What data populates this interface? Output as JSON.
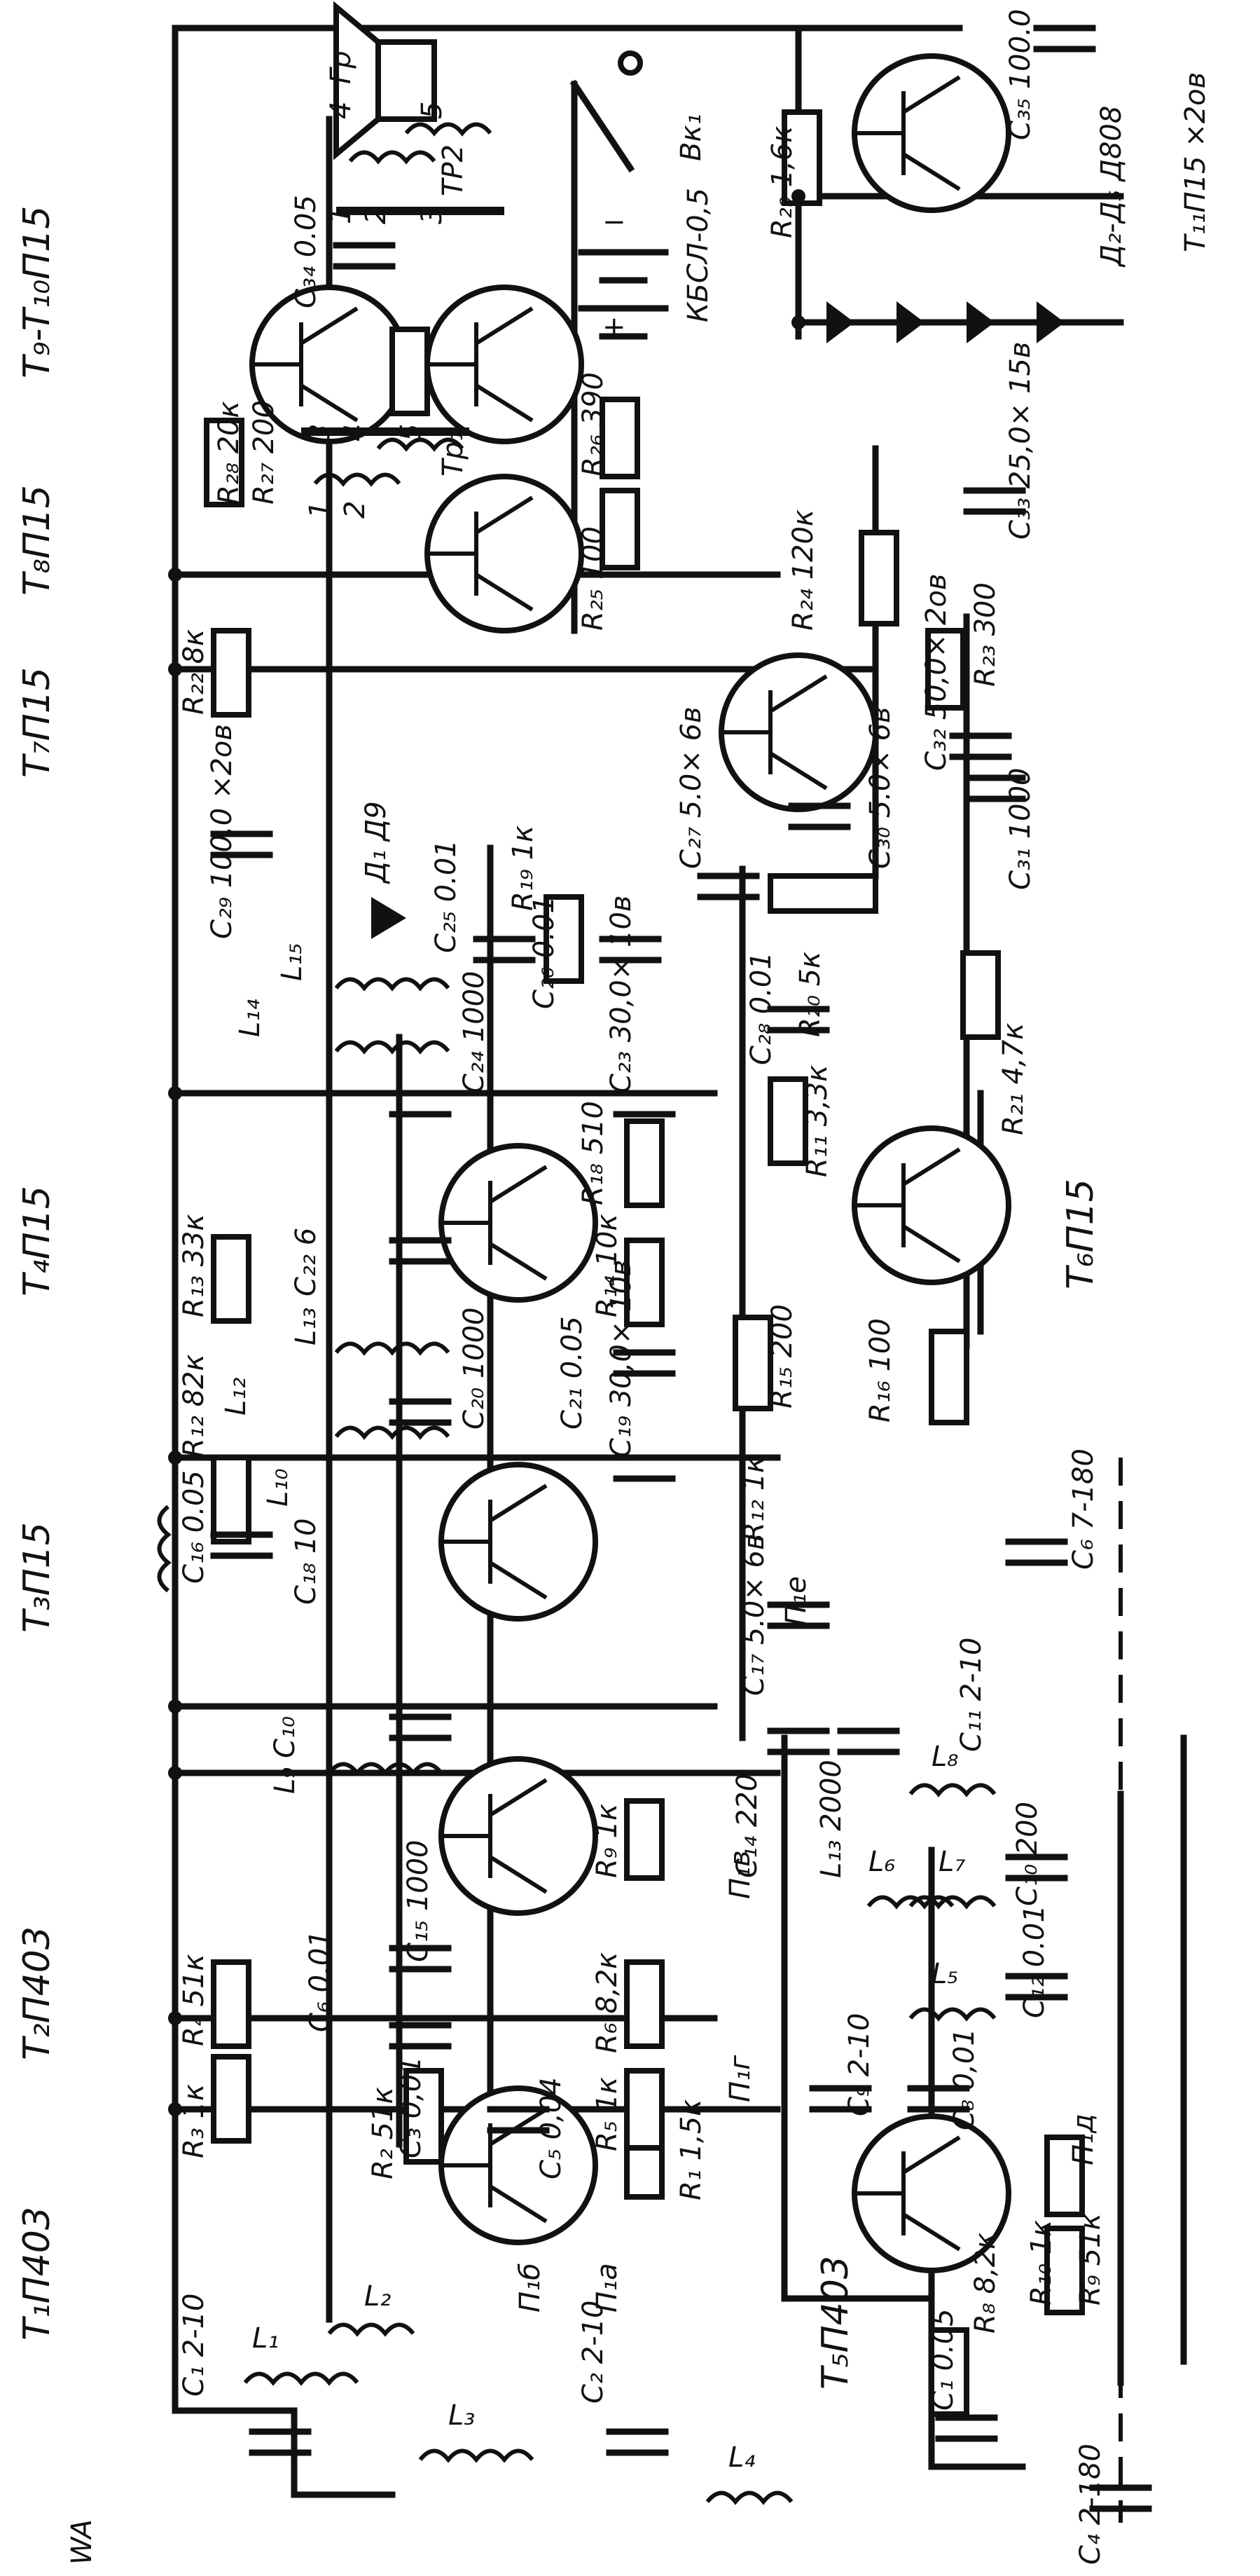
{
  "transistor_labels": {
    "t1": "T₁П403",
    "t2": "T₂П403",
    "t3": "T₃П15",
    "t4": "T₄П15",
    "t5": "T₅П403",
    "t6": "T₆П15",
    "t7": "T₇П15",
    "t8": "T₈П15",
    "t9_10": "T₉-T₁₀П15",
    "t11": "T₁₁П15 ×2ов"
  },
  "resistors": {
    "r1": "R₁ 1,5к",
    "r2": "R₂ 51к",
    "r3": "R₃ 1к",
    "r4": "R₄ 51к",
    "r5": "R₅ 1к",
    "r6": "R₆ 8,2к",
    "r8": "R₈ 8,2к",
    "r9a": "R₉ 1к",
    "r9b": "R₉ 51к",
    "r10": "R₁₀ 1к",
    "r11": "R₁₁ 3,3к",
    "r12a": "R₁₂ 82к",
    "r12b": "R₁₂ 1к",
    "r13": "R₁₃ 33к",
    "r14": "R₁₄ 10к",
    "r15": "R₁₅ 200",
    "r16": "R₁₆ 100",
    "r18": "R₁₈ 510",
    "r19": "R₁₉ 1к",
    "r20": "R₂₀ 5к",
    "r21": "R₂₁ 4,7к",
    "r22": "R₂₂ 8к",
    "r23": "R₂₃ 300",
    "r24": "R₂₄ 120к",
    "r25": "R₂₅ 100",
    "r26": "R₂₆ 390",
    "r27": "R₂₇ 200",
    "r28": "R₂₈ 20к",
    "r29": "R₂₉ 1,6к"
  },
  "capacitors": {
    "c1a": "C₁ 2-10",
    "c1b": "C₁ 0.05",
    "c2": "C₂ 2-10",
    "c3": "C₃ 0,01",
    "c4": "C₄ 2-180",
    "c5": "C₅ 0,04",
    "c6a": "C₆ 0,01",
    "c6b": "C₆ 7-180",
    "c8": "C₈ 0,01",
    "c9": "C₉ 2-10",
    "c10a": "C₁₀ 200",
    "c10b": "L₉ C₁₀",
    "c11": "C₁₁ 2-10",
    "c12": "C₁₂ 0.01",
    "c13": "L₁₃ 2000",
    "c14": "C₁₄ 220",
    "c15": "C₁₅ 1000",
    "c16": "C₁₆ 0.05",
    "c17": "C₁₇ 5.0× 6в",
    "c18": "C₁₈ 10",
    "c19": "C₁₉ 30,0× 10в",
    "c20": "C₂₀ 1000",
    "c21": "C₂₁ 0.05",
    "c22": "C₂₂ 6",
    "c23": "C₂₃ 30,0× 10в",
    "c24": "C₂₄ 1000",
    "c25": "C₂₅ 0.01",
    "c26": "C₂₆ 0.01",
    "c27": "C₂₇ 5.0× 6в",
    "c28": "C₂₈ 0.01",
    "c29": "C₂₉ 100.0 ×2ов",
    "c30": "C₃₀ 5.0× 6в",
    "c31": "C₃₁ 1000",
    "c32": "C₃₂ 50,0× 2ов",
    "c33": "C₃₃ 25,0× 15в",
    "c34": "C₃₄ 0.05",
    "c35": "C₃₅ 100.0"
  },
  "coils": {
    "l1": "L₁",
    "l2": "L₂",
    "l3": "L₃",
    "l4": "L₄",
    "l5": "L₅",
    "l6": "L₆",
    "l7": "L₇",
    "l8": "L₈",
    "l10": "L₁₀",
    "l12": "L₁₂",
    "l13": "L₁₃",
    "l14": "L₁₄",
    "l15": "L₁₅",
    "tr1": "Tp₁",
    "tr2": "TP2",
    "windings": [
      "1",
      "2",
      "3",
      "4",
      "5",
      "4",
      "5",
      "1",
      "2",
      "3"
    ]
  },
  "switches": {
    "p1a": "П₁а",
    "p1b": "П₁б",
    "p1v": "П₁в",
    "p1g": "П₁г",
    "p1d": "П₁д",
    "p1e": "П₁е",
    "vk1": "Bк₁"
  },
  "diodes": {
    "d1": "Д₁ Д9",
    "d2_5": "Д₂-Д₅ Д808"
  },
  "other": {
    "antenna": "WA",
    "speaker": "Гp",
    "battery": "КБСЛ-0,5",
    "plus": "+",
    "minus": "−"
  }
}
